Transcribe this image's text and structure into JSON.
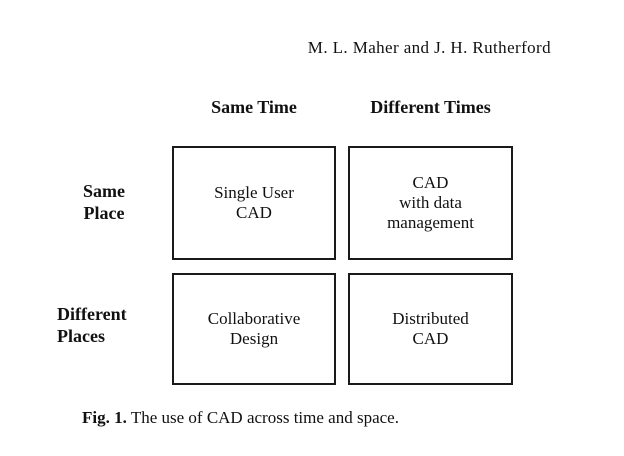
{
  "header": {
    "authors": "M. L. Maher and J. H. Rutherford"
  },
  "matrix": {
    "columns": [
      "Same Time",
      "Different Times"
    ],
    "rows": [
      {
        "label_lines": [
          "Same",
          "Place"
        ]
      },
      {
        "label_lines": [
          "Different",
          "Places"
        ]
      }
    ],
    "cells": [
      [
        "Single User",
        "CAD"
      ],
      [
        "CAD",
        "with data",
        "management"
      ],
      [
        "Collaborative",
        "Design"
      ],
      [
        "Distributed",
        "CAD"
      ]
    ]
  },
  "caption": {
    "label": "Fig. 1.",
    "text": "The use of CAD across time and space."
  }
}
